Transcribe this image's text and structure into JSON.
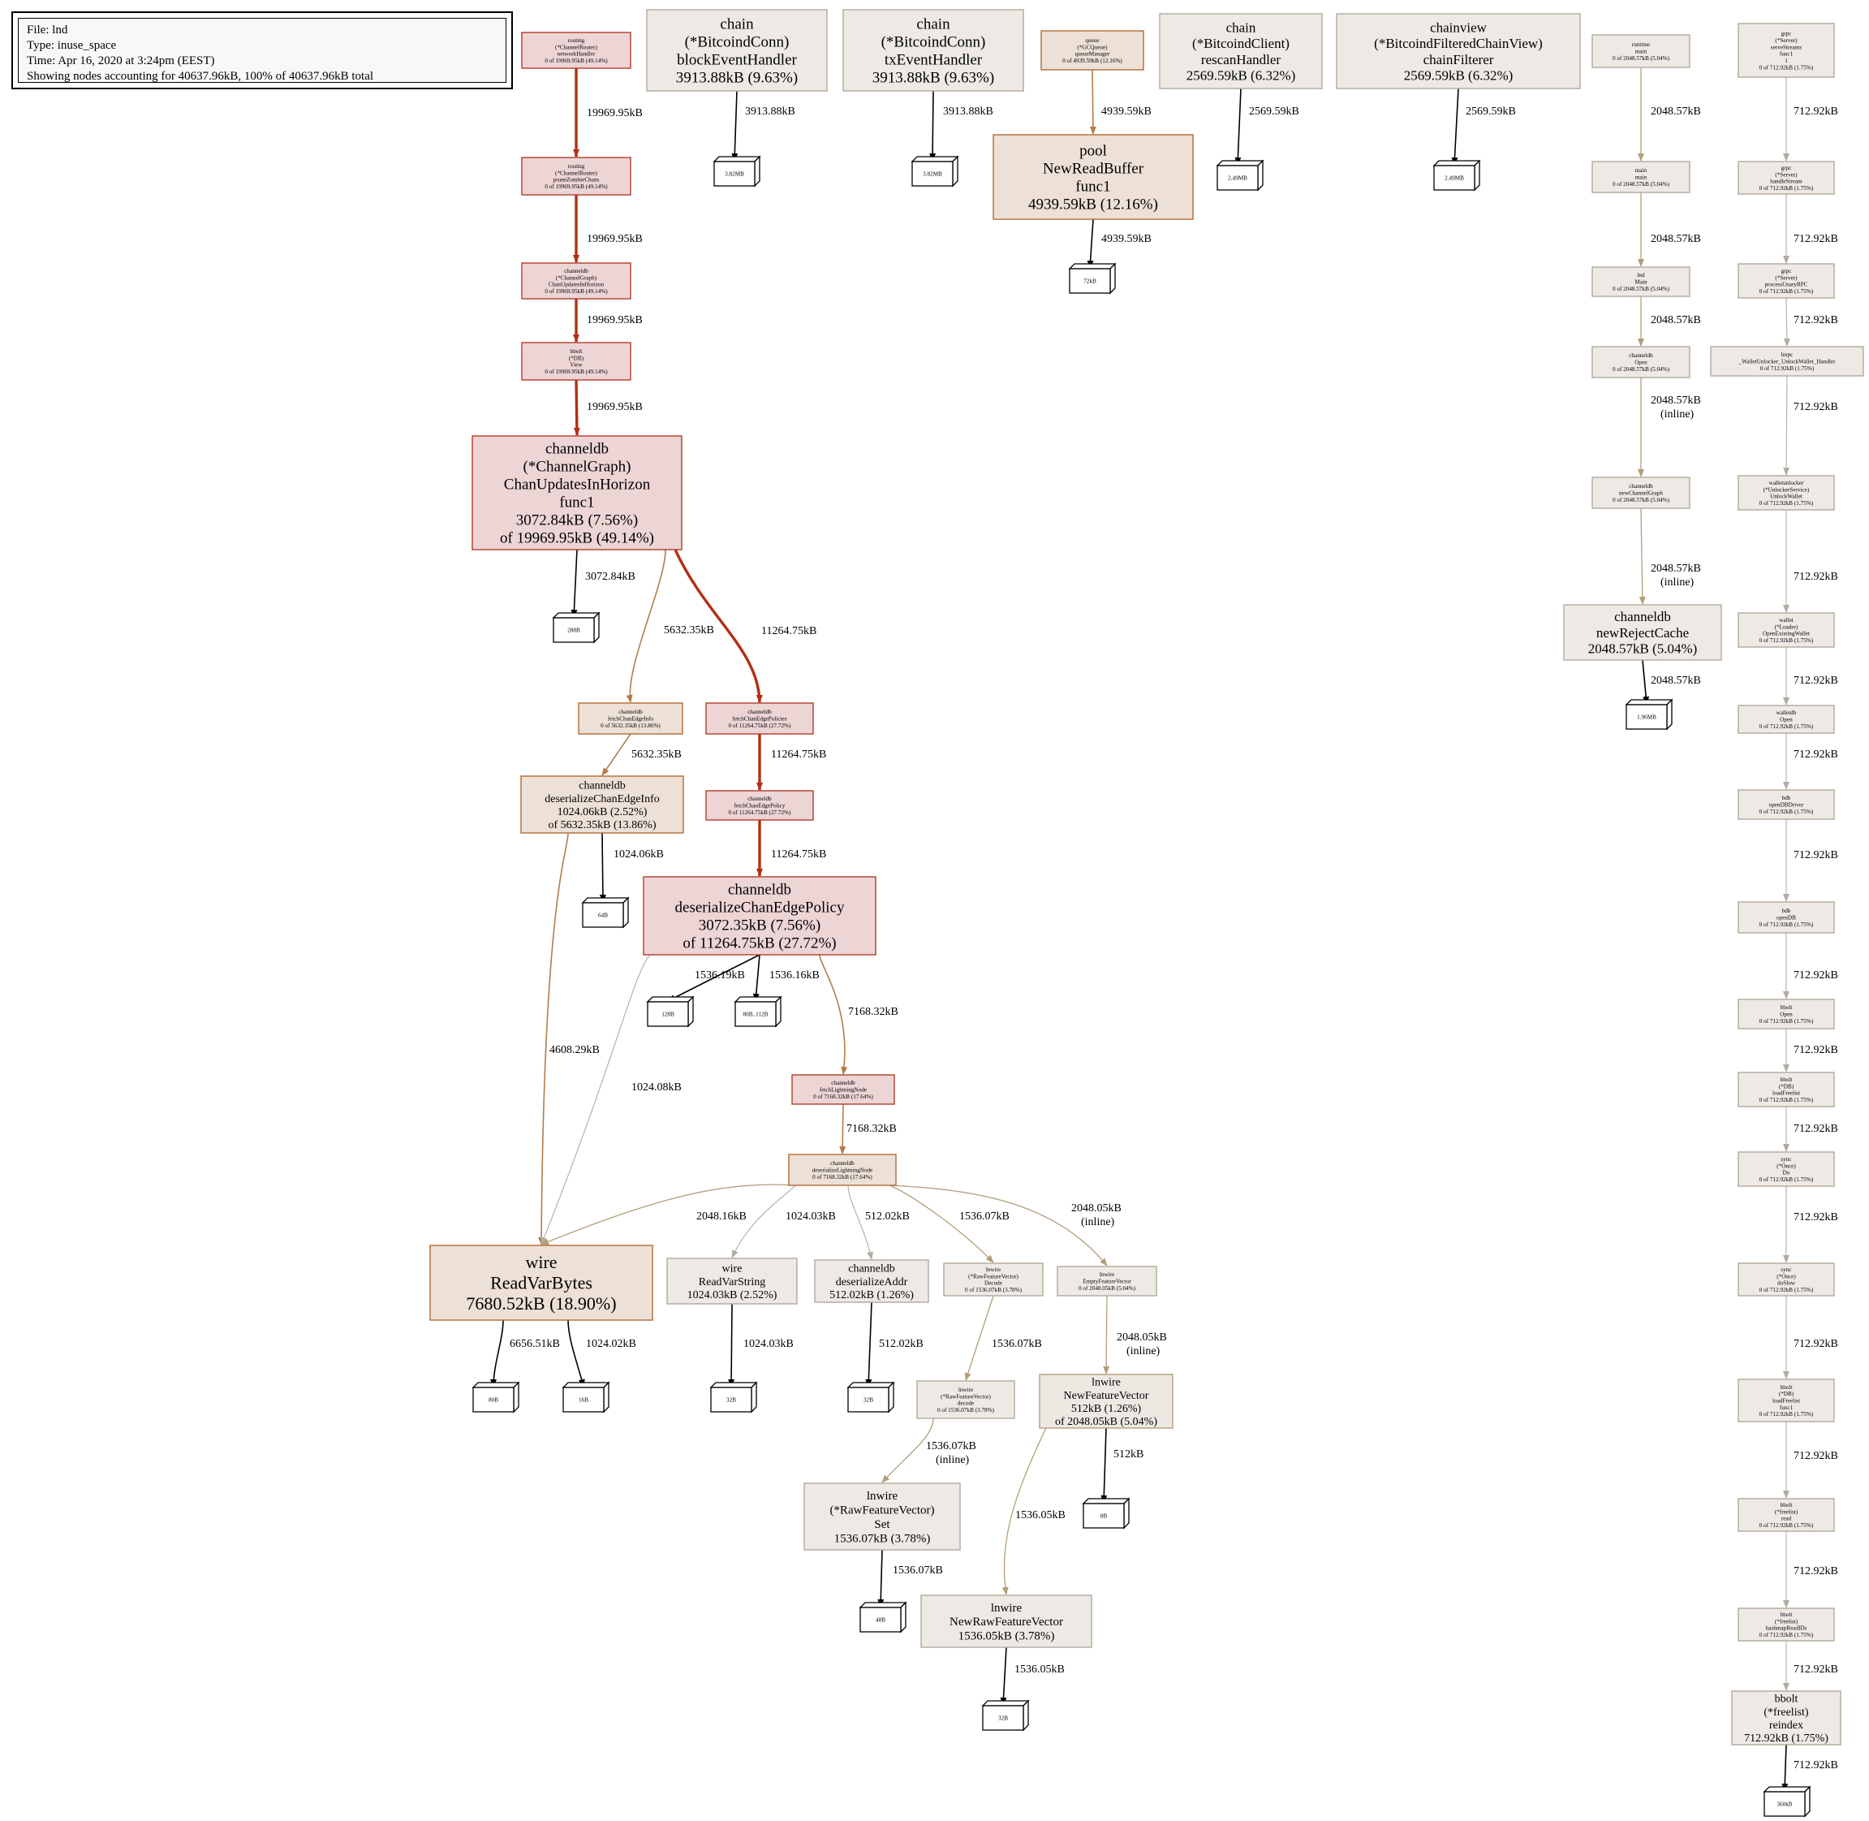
{
  "legend": {
    "file": "File: lnd",
    "type": "Type: inuse_space",
    "time": "Time: Apr 16, 2020 at 3:24pm (EEST)",
    "showing": "Showing nodes accounting for 40637.96kB, 100% of 40637.96kB total"
  },
  "colors": {
    "hot_fill": "#edd5d5",
    "hot_stroke": "#b23c2a",
    "hot_edge": "#b22f12",
    "warm_fill": "#ede1d7",
    "warm_stroke": "#b26a33",
    "warm_edge": "#b27d4b",
    "tan_fill": "#ede8e2",
    "tan_stroke": "#b29e7a",
    "cool_fill": "#edeae6",
    "cool_stroke": "#b2a898",
    "grey_edge": "#b2aca0",
    "black_edge": "#000000"
  },
  "nodes": [
    {
      "id": "n1",
      "lines": [
        "routing",
        "(*ChannelRouter)",
        "networkHandler",
        "0 of 19969.95kB (49.14%)"
      ],
      "tone": "hot"
    },
    {
      "id": "n2",
      "lines": [
        "routing",
        "(*ChannelRouter)",
        "pruneZombieChans",
        "0 of 19969.95kB (49.14%)"
      ],
      "tone": "hot"
    },
    {
      "id": "n3",
      "lines": [
        "channeldb",
        "(*ChannelGraph)",
        "ChanUpdatesInHorizon",
        "0 of 19969.95kB (49.14%)"
      ],
      "tone": "hot"
    },
    {
      "id": "n4",
      "lines": [
        "bbolt",
        "(*DB)",
        "View",
        "0 of 19969.95kB (49.14%)"
      ],
      "tone": "hot"
    },
    {
      "id": "n5",
      "lines": [
        "channeldb",
        "(*ChannelGraph)",
        "ChanUpdatesInHorizon",
        "func1",
        "3072.84kB (7.56%)",
        "of 19969.95kB (49.14%)"
      ],
      "tone": "hot"
    },
    {
      "id": "n6",
      "lines": [
        "chain",
        "(*BitcoindConn)",
        "blockEventHandler",
        "3913.88kB (9.63%)"
      ],
      "tone": "cool"
    },
    {
      "id": "n7",
      "lines": [
        "chain",
        "(*BitcoindConn)",
        "txEventHandler",
        "3913.88kB (9.63%)"
      ],
      "tone": "cool"
    },
    {
      "id": "n8",
      "lines": [
        "queue",
        "(*GCQueue)",
        "queueManager",
        "0 of 4939.59kB (12.16%)"
      ],
      "tone": "warm"
    },
    {
      "id": "n9",
      "lines": [
        "pool",
        "NewReadBuffer",
        "func1",
        "4939.59kB (12.16%)"
      ],
      "tone": "warm"
    },
    {
      "id": "n10",
      "lines": [
        "chain",
        "(*BitcoindClient)",
        "rescanHandler",
        "2569.59kB (6.32%)"
      ],
      "tone": "cool"
    },
    {
      "id": "n11",
      "lines": [
        "chainview",
        "(*BitcoindFilteredChainView)",
        "chainFilterer",
        "2569.59kB (6.32%)"
      ],
      "tone": "cool"
    },
    {
      "id": "n12",
      "lines": [
        "runtime",
        "main",
        "0 of 2048.57kB (5.04%)"
      ],
      "tone": "cool"
    },
    {
      "id": "n13",
      "lines": [
        "main",
        "main",
        "0 of 2048.57kB (5.04%)"
      ],
      "tone": "cool"
    },
    {
      "id": "n14",
      "lines": [
        "lnd",
        "Main",
        "0 of 2048.57kB (5.04%)"
      ],
      "tone": "cool"
    },
    {
      "id": "n15",
      "lines": [
        "channeldb",
        "Open",
        "0 of 2048.57kB (5.04%)"
      ],
      "tone": "cool"
    },
    {
      "id": "n16",
      "lines": [
        "channeldb",
        "newChannelGraph",
        "0 of 2048.57kB (5.04%)"
      ],
      "tone": "cool"
    },
    {
      "id": "n17",
      "lines": [
        "channeldb",
        "newRejectCache",
        "2048.57kB (5.04%)"
      ],
      "tone": "cool"
    },
    {
      "id": "n18",
      "lines": [
        "grpc",
        "(*Server)",
        "serveStreams",
        "func1",
        "1",
        "0 of 712.92kB (1.75%)"
      ],
      "tone": "cool"
    },
    {
      "id": "n19",
      "lines": [
        "grpc",
        "(*Server)",
        "handleStream",
        "0 of 712.92kB (1.75%)"
      ],
      "tone": "cool"
    },
    {
      "id": "n20",
      "lines": [
        "grpc",
        "(*Server)",
        "processUnaryRPC",
        "0 of 712.92kB (1.75%)"
      ],
      "tone": "cool"
    },
    {
      "id": "n21",
      "lines": [
        "lnrpc",
        "_WalletUnlocker_UnlockWallet_Handler",
        "0 of 712.92kB (1.75%)"
      ],
      "tone": "cool"
    },
    {
      "id": "n22",
      "lines": [
        "walletunlocker",
        "(*UnlockerService)",
        "UnlockWallet",
        "0 of 712.92kB (1.75%)"
      ],
      "tone": "cool"
    },
    {
      "id": "n23",
      "lines": [
        "wallet",
        "(*Loader)",
        "OpenExistingWallet",
        "0 of 712.92kB (1.75%)"
      ],
      "tone": "cool"
    },
    {
      "id": "n24",
      "lines": [
        "walletdb",
        "Open",
        "0 of 712.92kB (1.75%)"
      ],
      "tone": "cool"
    },
    {
      "id": "n25",
      "lines": [
        "bdb",
        "openDBDriver",
        "0 of 712.92kB (1.75%)"
      ],
      "tone": "cool"
    },
    {
      "id": "n26",
      "lines": [
        "bdb",
        "openDB",
        "0 of 712.92kB (1.75%)"
      ],
      "tone": "cool"
    },
    {
      "id": "n27",
      "lines": [
        "bbolt",
        "Open",
        "0 of 712.92kB (1.75%)"
      ],
      "tone": "cool"
    },
    {
      "id": "n28",
      "lines": [
        "bbolt",
        "(*DB)",
        "loadFreelist",
        "0 of 712.92kB (1.75%)"
      ],
      "tone": "cool"
    },
    {
      "id": "n29",
      "lines": [
        "sync",
        "(*Once)",
        "Do",
        "0 of 712.92kB (1.75%)"
      ],
      "tone": "cool"
    },
    {
      "id": "n30",
      "lines": [
        "sync",
        "(*Once)",
        "doSlow",
        "0 of 712.92kB (1.75%)"
      ],
      "tone": "cool"
    },
    {
      "id": "n31",
      "lines": [
        "bbolt",
        "(*DB)",
        "loadFreelist",
        "func1",
        "0 of 712.92kB (1.75%)"
      ],
      "tone": "cool"
    },
    {
      "id": "n32",
      "lines": [
        "bbolt",
        "(*freelist)",
        "read",
        "0 of 712.92kB (1.75%)"
      ],
      "tone": "cool"
    },
    {
      "id": "n33",
      "lines": [
        "bbolt",
        "(*freelist)",
        "hashmapReadIDs",
        "0 of 712.92kB (1.75%)"
      ],
      "tone": "cool"
    },
    {
      "id": "n34",
      "lines": [
        "bbolt",
        "(*freelist)",
        "reindex",
        "712.92kB (1.75%)"
      ],
      "tone": "cool"
    },
    {
      "id": "n35",
      "lines": [
        "channeldb",
        "fetchChanEdgeInfo",
        "0 of 5632.35kB (13.86%)"
      ],
      "tone": "warm"
    },
    {
      "id": "n36",
      "lines": [
        "channeldb",
        "fetchChanEdgePolicies",
        "0 of 11264.75kB (27.72%)"
      ],
      "tone": "hot"
    },
    {
      "id": "n37",
      "lines": [
        "channeldb",
        "deserializeChanEdgeInfo",
        "1024.06kB (2.52%)",
        "of 5632.35kB (13.86%)"
      ],
      "tone": "warm"
    },
    {
      "id": "n38",
      "lines": [
        "channeldb",
        "fetchChanEdgePolicy",
        "0 of 11264.75kB (27.72%)"
      ],
      "tone": "hot"
    },
    {
      "id": "n39",
      "lines": [
        "channeldb",
        "deserializeChanEdgePolicy",
        "3072.35kB (7.56%)",
        "of 11264.75kB (27.72%)"
      ],
      "tone": "hot"
    },
    {
      "id": "n40",
      "lines": [
        "channeldb",
        "fetchLightningNode",
        "0 of 7168.32kB (17.64%)"
      ],
      "tone": "hot"
    },
    {
      "id": "n41",
      "lines": [
        "channeldb",
        "deserializeLightningNode",
        "0 of 7168.32kB (17.64%)"
      ],
      "tone": "warm"
    },
    {
      "id": "n42",
      "lines": [
        "wire",
        "ReadVarBytes",
        "7680.52kB (18.90%)"
      ],
      "tone": "warm"
    },
    {
      "id": "n43",
      "lines": [
        "wire",
        "ReadVarString",
        "1024.03kB (2.52%)"
      ],
      "tone": "cool"
    },
    {
      "id": "n44",
      "lines": [
        "channeldb",
        "deserializeAddr",
        "512.02kB (1.26%)"
      ],
      "tone": "cool"
    },
    {
      "id": "n45",
      "lines": [
        "lnwire",
        "(*RawFeatureVector)",
        "Decode",
        "0 of 1536.07kB (3.78%)"
      ],
      "tone": "cool"
    },
    {
      "id": "n46",
      "lines": [
        "lnwire",
        "EmptyFeatureVector",
        "0 of 2048.05kB (5.04%)"
      ],
      "tone": "cool"
    },
    {
      "id": "n47",
      "lines": [
        "lnwire",
        "(*RawFeatureVector)",
        "decode",
        "0 of 1536.07kB (3.78%)"
      ],
      "tone": "cool"
    },
    {
      "id": "n48",
      "lines": [
        "lnwire",
        "NewFeatureVector",
        "512kB (1.26%)",
        "of 2048.05kB (5.04%)"
      ],
      "tone": "tan"
    },
    {
      "id": "n49",
      "lines": [
        "lnwire",
        "(*RawFeatureVector)",
        "Set",
        "1536.07kB (3.78%)"
      ],
      "tone": "cool"
    },
    {
      "id": "n50",
      "lines": [
        "lnwire",
        "NewRawFeatureVector",
        "1536.05kB (3.78%)"
      ],
      "tone": "cool"
    }
  ],
  "leaves": [
    {
      "id": "b1",
      "label": "3.82MB"
    },
    {
      "id": "b2",
      "label": "3.82MB"
    },
    {
      "id": "b3",
      "label": "72kB"
    },
    {
      "id": "b4",
      "label": "2.49MB"
    },
    {
      "id": "b5",
      "label": "2.49MB"
    },
    {
      "id": "b6",
      "label": "288B"
    },
    {
      "id": "b7",
      "label": "1.96MB"
    },
    {
      "id": "b8",
      "label": "64B"
    },
    {
      "id": "b9",
      "label": "128B"
    },
    {
      "id": "b10",
      "label": "80B..112B"
    },
    {
      "id": "b11",
      "label": "80B"
    },
    {
      "id": "b12",
      "label": "16B"
    },
    {
      "id": "b13",
      "label": "32B"
    },
    {
      "id": "b14",
      "label": "32B"
    },
    {
      "id": "b15",
      "label": "8B"
    },
    {
      "id": "b16",
      "label": "48B"
    },
    {
      "id": "b17",
      "label": "32B"
    },
    {
      "id": "b18",
      "label": "360kB"
    }
  ],
  "edges": [
    {
      "from": "n1",
      "to": "n2",
      "label": "19969.95kB",
      "tone": "hot"
    },
    {
      "from": "n2",
      "to": "n3",
      "label": "19969.95kB",
      "tone": "hot"
    },
    {
      "from": "n3",
      "to": "n4",
      "label": "19969.95kB",
      "tone": "hot"
    },
    {
      "from": "n4",
      "to": "n5",
      "label": "19969.95kB",
      "tone": "hot"
    },
    {
      "from": "n5",
      "to": "b6",
      "label": "3072.84kB",
      "tone": "black"
    },
    {
      "from": "n5",
      "to": "n35",
      "label": "5632.35kB",
      "tone": "warm"
    },
    {
      "from": "n5",
      "to": "n36",
      "label": "11264.75kB",
      "tone": "hot"
    },
    {
      "from": "n6",
      "to": "b1",
      "label": "3913.88kB",
      "tone": "black"
    },
    {
      "from": "n7",
      "to": "b2",
      "label": "3913.88kB",
      "tone": "black"
    },
    {
      "from": "n8",
      "to": "n9",
      "label": "4939.59kB",
      "tone": "warm"
    },
    {
      "from": "n9",
      "to": "b3",
      "label": "4939.59kB",
      "tone": "black"
    },
    {
      "from": "n10",
      "to": "b4",
      "label": "2569.59kB",
      "tone": "black"
    },
    {
      "from": "n11",
      "to": "b5",
      "label": "2569.59kB",
      "tone": "black"
    },
    {
      "from": "n12",
      "to": "n13",
      "label": "2048.57kB",
      "tone": "tan"
    },
    {
      "from": "n13",
      "to": "n14",
      "label": "2048.57kB",
      "tone": "tan"
    },
    {
      "from": "n14",
      "to": "n15",
      "label": "2048.57kB",
      "tone": "tan"
    },
    {
      "from": "n15",
      "to": "n16",
      "label": "2048.57kB",
      "note": "(inline)",
      "tone": "tan"
    },
    {
      "from": "n16",
      "to": "n17",
      "label": "2048.57kB",
      "note": "(inline)",
      "tone": "tan"
    },
    {
      "from": "n17",
      "to": "b7",
      "label": "2048.57kB",
      "tone": "black"
    },
    {
      "from": "n18",
      "to": "n19",
      "label": "712.92kB",
      "tone": "grey"
    },
    {
      "from": "n19",
      "to": "n20",
      "label": "712.92kB",
      "tone": "grey"
    },
    {
      "from": "n20",
      "to": "n21",
      "label": "712.92kB",
      "tone": "grey"
    },
    {
      "from": "n21",
      "to": "n22",
      "label": "712.92kB",
      "tone": "grey"
    },
    {
      "from": "n22",
      "to": "n23",
      "label": "712.92kB",
      "tone": "grey"
    },
    {
      "from": "n23",
      "to": "n24",
      "label": "712.92kB",
      "tone": "grey"
    },
    {
      "from": "n24",
      "to": "n25",
      "label": "712.92kB",
      "tone": "grey"
    },
    {
      "from": "n25",
      "to": "n26",
      "label": "712.92kB",
      "tone": "grey"
    },
    {
      "from": "n26",
      "to": "n27",
      "label": "712.92kB",
      "tone": "grey"
    },
    {
      "from": "n27",
      "to": "n28",
      "label": "712.92kB",
      "tone": "grey"
    },
    {
      "from": "n28",
      "to": "n29",
      "label": "712.92kB",
      "tone": "grey"
    },
    {
      "from": "n29",
      "to": "n30",
      "label": "712.92kB",
      "tone": "grey"
    },
    {
      "from": "n30",
      "to": "n31",
      "label": "712.92kB",
      "tone": "grey"
    },
    {
      "from": "n31",
      "to": "n32",
      "label": "712.92kB",
      "tone": "grey"
    },
    {
      "from": "n32",
      "to": "n33",
      "label": "712.92kB",
      "tone": "grey"
    },
    {
      "from": "n33",
      "to": "n34",
      "label": "712.92kB",
      "tone": "grey"
    },
    {
      "from": "n34",
      "to": "b18",
      "label": "712.92kB",
      "tone": "black"
    },
    {
      "from": "n35",
      "to": "n37",
      "label": "5632.35kB",
      "tone": "warm"
    },
    {
      "from": "n36",
      "to": "n38",
      "label": "11264.75kB",
      "tone": "hot"
    },
    {
      "from": "n37",
      "to": "b8",
      "label": "1024.06kB",
      "tone": "black"
    },
    {
      "from": "n37",
      "to": "n42",
      "label": "4608.29kB",
      "tone": "warm"
    },
    {
      "from": "n38",
      "to": "n39",
      "label": "11264.75kB",
      "tone": "hot"
    },
    {
      "from": "n39",
      "to": "b9",
      "label": "1536.19kB",
      "tone": "black"
    },
    {
      "from": "n39",
      "to": "b10",
      "label": "1536.16kB",
      "tone": "black"
    },
    {
      "from": "n39",
      "to": "n40",
      "label": "7168.32kB",
      "tone": "warm"
    },
    {
      "from": "n39",
      "to": "n42",
      "label": "1024.08kB",
      "tone": "grey"
    },
    {
      "from": "n40",
      "to": "n41",
      "label": "7168.32kB",
      "tone": "warm"
    },
    {
      "from": "n41",
      "to": "n42",
      "label": "2048.16kB",
      "tone": "tan"
    },
    {
      "from": "n41",
      "to": "n43",
      "label": "1024.03kB",
      "tone": "grey"
    },
    {
      "from": "n41",
      "to": "n44",
      "label": "512.02kB",
      "tone": "grey"
    },
    {
      "from": "n41",
      "to": "n45",
      "label": "1536.07kB",
      "tone": "tan"
    },
    {
      "from": "n41",
      "to": "n46",
      "label": "2048.05kB",
      "note": "(inline)",
      "tone": "tan"
    },
    {
      "from": "n42",
      "to": "b11",
      "label": "6656.51kB",
      "tone": "black"
    },
    {
      "from": "n42",
      "to": "b12",
      "label": "1024.02kB",
      "tone": "black"
    },
    {
      "from": "n43",
      "to": "b13",
      "label": "1024.03kB",
      "tone": "black"
    },
    {
      "from": "n44",
      "to": "b14",
      "label": "512.02kB",
      "tone": "black"
    },
    {
      "from": "n45",
      "to": "n47",
      "label": "1536.07kB",
      "tone": "tan"
    },
    {
      "from": "n46",
      "to": "n48",
      "label": "2048.05kB",
      "note": "(inline)",
      "tone": "tan"
    },
    {
      "from": "n47",
      "to": "n49",
      "label": "1536.07kB",
      "note": "(inline)",
      "tone": "tan"
    },
    {
      "from": "n48",
      "to": "b15",
      "label": "512kB",
      "tone": "black"
    },
    {
      "from": "n48",
      "to": "n50",
      "label": "1536.05kB",
      "tone": "tan"
    },
    {
      "from": "n49",
      "to": "b16",
      "label": "1536.07kB",
      "tone": "black"
    },
    {
      "from": "n50",
      "to": "b17",
      "label": "1536.05kB",
      "tone": "black"
    }
  ]
}
